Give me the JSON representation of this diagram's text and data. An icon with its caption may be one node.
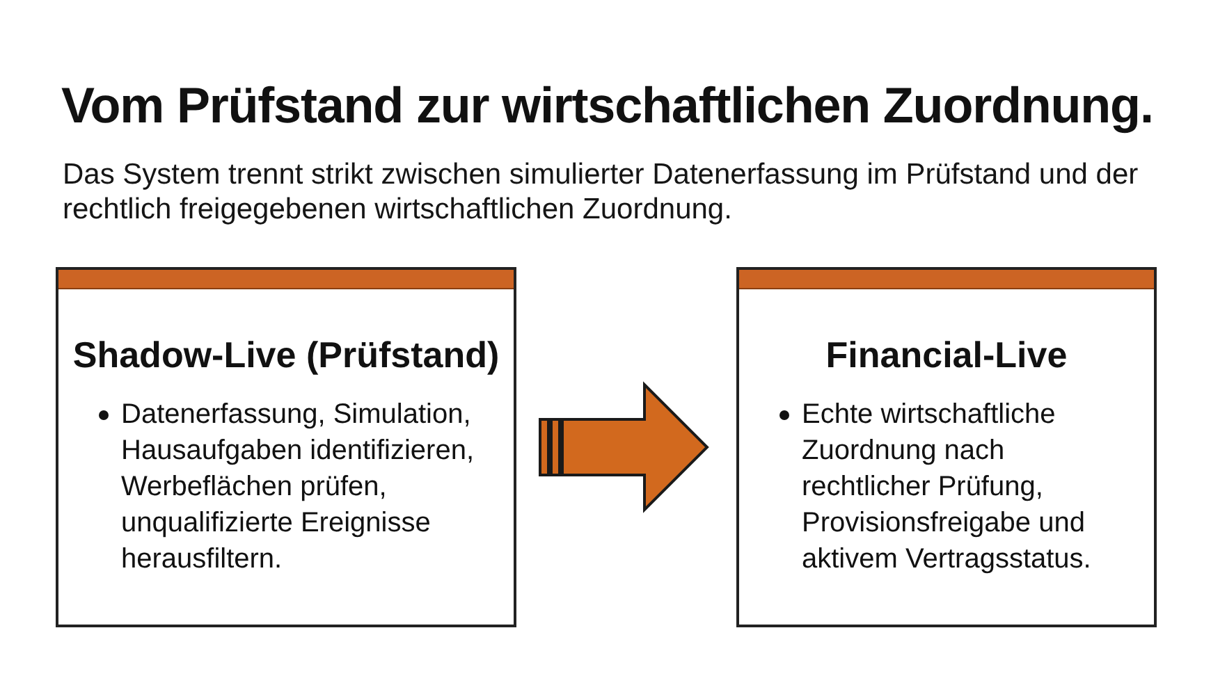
{
  "diagram": {
    "title": "Vom Prüfstand zur wirtschaftlichen Zuordnung.",
    "nodes": [
      {
        "text": [
          "Shadow-Live (Prüfstand)",
          "Datenerfassung, Simulation, Hausaufgaben identifizieren, Werbeflächen prüfen, unqualifizierte Ereignisse herausfiltern."
        ]
      },
      {
        "text": [
          "Financial-Live",
          "Echte wirtschaftliche Zuordnung nach rechtlicher Prüfung, Provisionsfreigabe und aktivem Vertragsstatus."
        ]
      }
    ],
    "edges": [
      {
        "from": 0,
        "to": 1,
        "arrow": "to",
        "style": "thick",
        "color": "#d2691e"
      }
    ],
    "labels": [
      "Das System trennt strikt zwischen simulierter Datenerfassung im Prüfstand und der rechtlich freigegebenen wirtschaftlichen Zuordnung."
    ]
  }
}
